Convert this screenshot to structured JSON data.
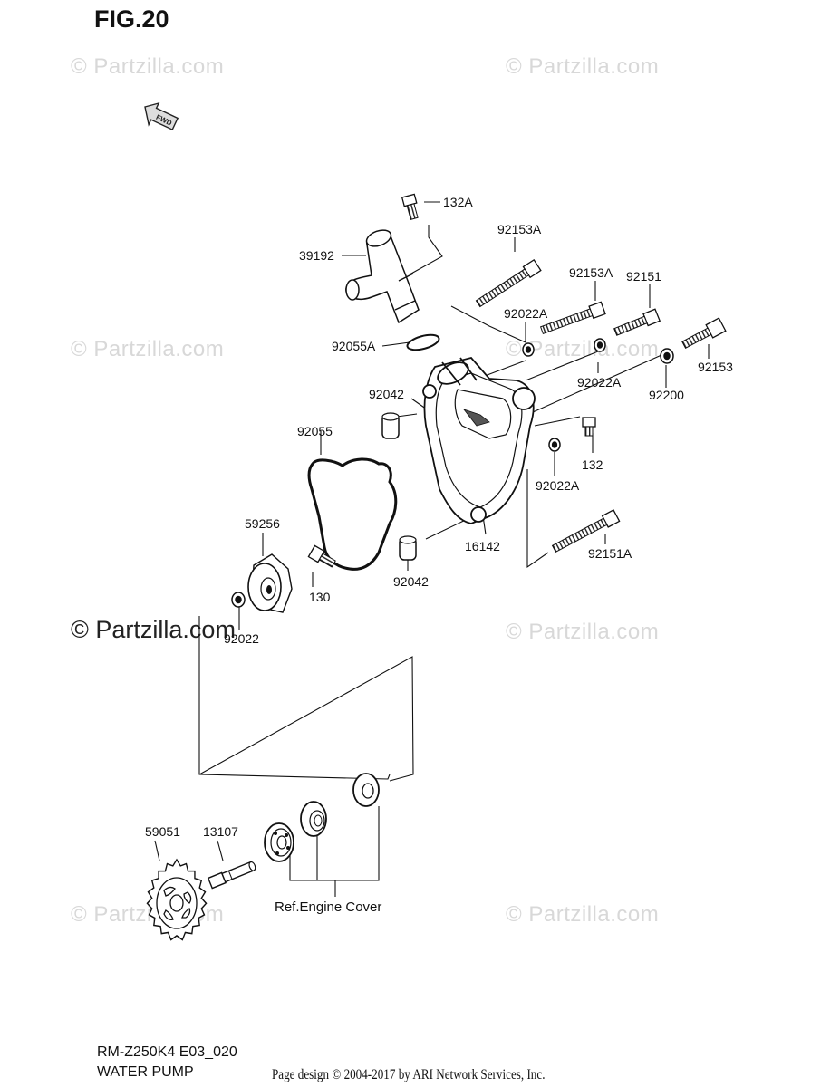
{
  "figure_title": "FIG.20",
  "fwd_arrow_text": "FWD",
  "watermark_text": "© Partzilla.com",
  "watermark_inline_text": "© Partzilla.com",
  "parts": {
    "p132A": "132A",
    "p39192": "39192",
    "p92153A_top": "92153A",
    "p92153A_mid": "92153A",
    "p92151": "92151",
    "p92022A_top": "92022A",
    "p92055A": "92055A",
    "p92153": "92153",
    "p92042_top": "92042",
    "p92022A_mid": "92022A",
    "p92200": "92200",
    "p92055": "92055",
    "p132": "132",
    "p92022A_low": "92022A",
    "p59256": "59256",
    "p16142": "16142",
    "p92151A": "92151A",
    "p92042_low": "92042",
    "p130": "130",
    "p92022": "92022",
    "p59051": "59051",
    "p13107": "13107"
  },
  "ref_engine_cover": "Ref.Engine Cover",
  "footer": {
    "model_code": "RM-Z250K4 E03_020",
    "section_name": "WATER PUMP",
    "page_design": "Page design © 2004-2017 by ARI Network Services, Inc."
  }
}
